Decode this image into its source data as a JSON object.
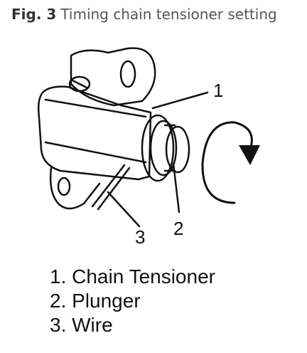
{
  "caption": {
    "fig": "Fig. 3",
    "text": "Timing chain tensioner setting"
  },
  "callouts": {
    "one": "1",
    "two": "2",
    "three": "3"
  },
  "legend": [
    {
      "text": "1. Chain Tensioner"
    },
    {
      "text": "2. Plunger"
    },
    {
      "text": "3. Wire"
    }
  ],
  "colors": {
    "ink": "#111111",
    "caption": "#555555"
  },
  "icons": [
    "rotation-arrow-icon"
  ]
}
